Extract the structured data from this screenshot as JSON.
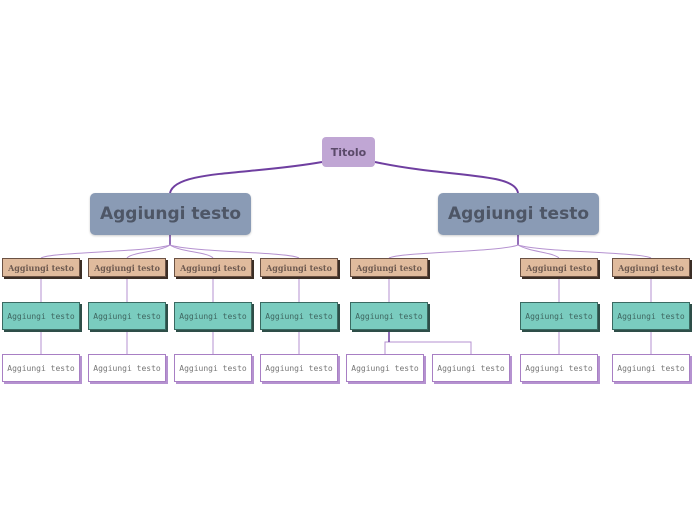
{
  "title": "Titolo",
  "branches": [
    {
      "label": "Aggiungi testo",
      "children": [
        {
          "label": "Aggiungi testo",
          "sub": "Aggiungi testo",
          "leaves": [
            "Aggiungi testo"
          ]
        },
        {
          "label": "Aggiungi testo",
          "sub": "Aggiungi testo",
          "leaves": [
            "Aggiungi testo"
          ]
        },
        {
          "label": "Aggiungi testo",
          "sub": "Aggiungi testo",
          "leaves": [
            "Aggiungi testo"
          ]
        },
        {
          "label": "Aggiungi testo",
          "sub": "Aggiungi testo",
          "leaves": [
            "Aggiungi testo"
          ]
        }
      ]
    },
    {
      "label": "Aggiungi testo",
      "children": [
        {
          "label": "Aggiungi testo",
          "sub": "Aggiungi testo",
          "leaves": [
            "Aggiungi testo",
            "Aggiungi testo"
          ]
        },
        {
          "label": "Aggiungi testo",
          "sub": "Aggiungi testo",
          "leaves": [
            "Aggiungi testo"
          ]
        },
        {
          "label": "Aggiungi testo",
          "sub": "Aggiungi testo",
          "leaves": [
            "Aggiungi testo"
          ]
        }
      ]
    }
  ],
  "colors": {
    "line": "#6a3a9e",
    "title": "#c0a6d4",
    "main": "#8a9bb5",
    "tan": "#e0bb9d",
    "teal": "#7accbf"
  }
}
